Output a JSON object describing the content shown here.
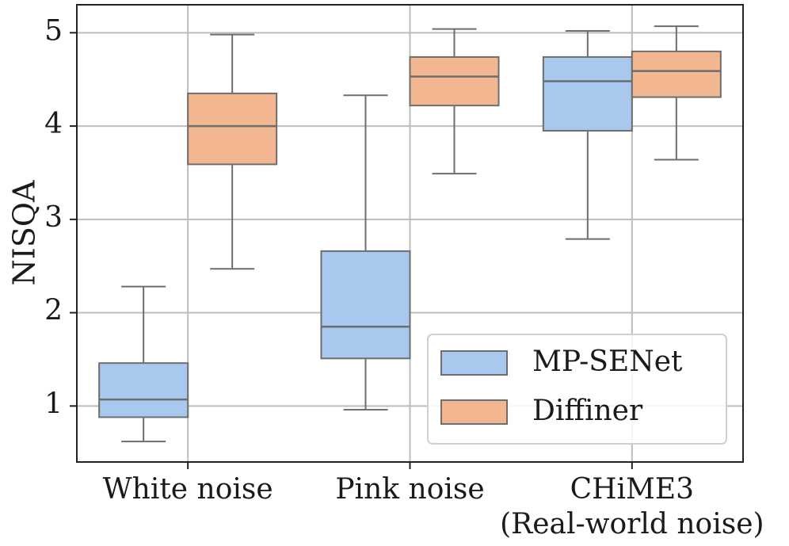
{
  "chart_data": {
    "type": "box",
    "title": "",
    "xlabel": "",
    "ylabel": "NISQA",
    "ylim": [
      0.4,
      5.3
    ],
    "yticks": [
      1,
      2,
      3,
      4,
      5
    ],
    "categories": [
      "White noise",
      "Pink noise",
      "CHiME3"
    ],
    "category_sublabels": [
      "",
      "",
      "(Real-world noise)"
    ],
    "grid": true,
    "legend_position": "lower-right",
    "series": [
      {
        "name": "MP-SENet",
        "color": "#a8c8ee",
        "boxes": [
          {
            "whisker_low": 0.62,
            "q1": 0.88,
            "median": 1.07,
            "q3": 1.46,
            "whisker_high": 2.28
          },
          {
            "whisker_low": 0.96,
            "q1": 1.51,
            "median": 1.85,
            "q3": 2.66,
            "whisker_high": 4.33
          },
          {
            "whisker_low": 2.79,
            "q1": 3.95,
            "median": 4.48,
            "q3": 4.74,
            "whisker_high": 5.02
          }
        ]
      },
      {
        "name": "Diffiner",
        "color": "#f2b690",
        "boxes": [
          {
            "whisker_low": 2.47,
            "q1": 3.59,
            "median": 4.0,
            "q3": 4.35,
            "whisker_high": 4.98
          },
          {
            "whisker_low": 3.49,
            "q1": 4.22,
            "median": 4.53,
            "q3": 4.74,
            "whisker_high": 5.04
          },
          {
            "whisker_low": 3.64,
            "q1": 4.31,
            "median": 4.59,
            "q3": 4.8,
            "whisker_high": 5.07
          }
        ]
      }
    ],
    "colors": {
      "box_edge": "#6e6e6e",
      "grid": "#bdbdbd",
      "axis": "#222222",
      "legend_edge": "#d0d0d0"
    }
  }
}
